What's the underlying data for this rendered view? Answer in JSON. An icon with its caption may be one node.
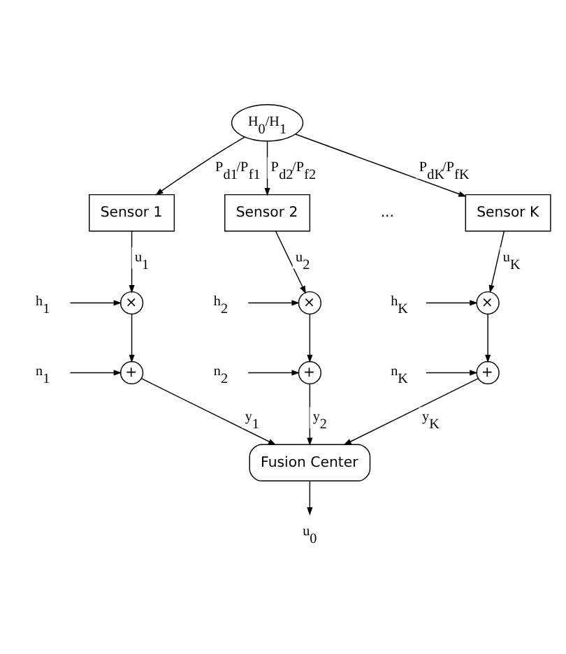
{
  "diagram": {
    "nodes": [
      {
        "text": [
          "H$_{0}$/H$_{1}$"
        ]
      },
      {
        "text": [
          "Sensor 1"
        ]
      },
      {
        "text": [
          "Sensor 2"
        ]
      },
      {
        "text": [
          "Sensor K"
        ]
      },
      {
        "text": [
          "×"
        ]
      },
      {
        "text": [
          "×"
        ]
      },
      {
        "text": [
          "×"
        ]
      },
      {
        "text": [
          "h$_{1}$"
        ]
      },
      {
        "text": [
          "h$_{2}$"
        ]
      },
      {
        "text": [
          "h$_{K}$"
        ]
      },
      {
        "text": [
          "+"
        ]
      },
      {
        "text": [
          "+"
        ]
      },
      {
        "text": [
          "+"
        ]
      },
      {
        "text": [
          "n$_{1}$"
        ]
      },
      {
        "text": [
          "n$_{2}$"
        ]
      },
      {
        "text": [
          "n$_{K}$"
        ]
      },
      {
        "text": [
          "Fusion Center"
        ]
      },
      {
        "text": [
          "u$_{0}$"
        ]
      }
    ],
    "edges": [
      {
        "from": 0,
        "to": 1,
        "arrow": "to",
        "label": "P$_{d1}$/P$_{f1}$"
      },
      {
        "from": 0,
        "to": 2,
        "arrow": "to",
        "label": "P$_{d2}$/P$_{f2}$"
      },
      {
        "from": 0,
        "to": 3,
        "arrow": "to",
        "label": "P$_{dK}$/P$_{fK}$"
      },
      {
        "from": 1,
        "to": 4,
        "arrow": "to",
        "label": "u$_{1}$"
      },
      {
        "from": 2,
        "to": 5,
        "arrow": "to",
        "label": "u$_{2}$"
      },
      {
        "from": 3,
        "to": 6,
        "arrow": "to",
        "label": "u$_{K}$"
      },
      {
        "from": 7,
        "to": 4,
        "arrow": "to"
      },
      {
        "from": 8,
        "to": 5,
        "arrow": "to"
      },
      {
        "from": 9,
        "to": 6,
        "arrow": "to"
      },
      {
        "from": 4,
        "to": 10,
        "arrow": "to"
      },
      {
        "from": 5,
        "to": 11,
        "arrow": "to"
      },
      {
        "from": 6,
        "to": 12,
        "arrow": "to"
      },
      {
        "from": 13,
        "to": 10,
        "arrow": "to"
      },
      {
        "from": 14,
        "to": 11,
        "arrow": "to"
      },
      {
        "from": 15,
        "to": 12,
        "arrow": "to"
      },
      {
        "from": 10,
        "to": 16,
        "arrow": "to",
        "label": "y$_{1}$"
      },
      {
        "from": 11,
        "to": 16,
        "arrow": "to",
        "label": "y$_{2}$"
      },
      {
        "from": 12,
        "to": 16,
        "arrow": "to",
        "label": "y$_{K}$"
      },
      {
        "from": 16,
        "to": 17,
        "arrow": "to"
      }
    ],
    "labels": [
      "..."
    ]
  }
}
